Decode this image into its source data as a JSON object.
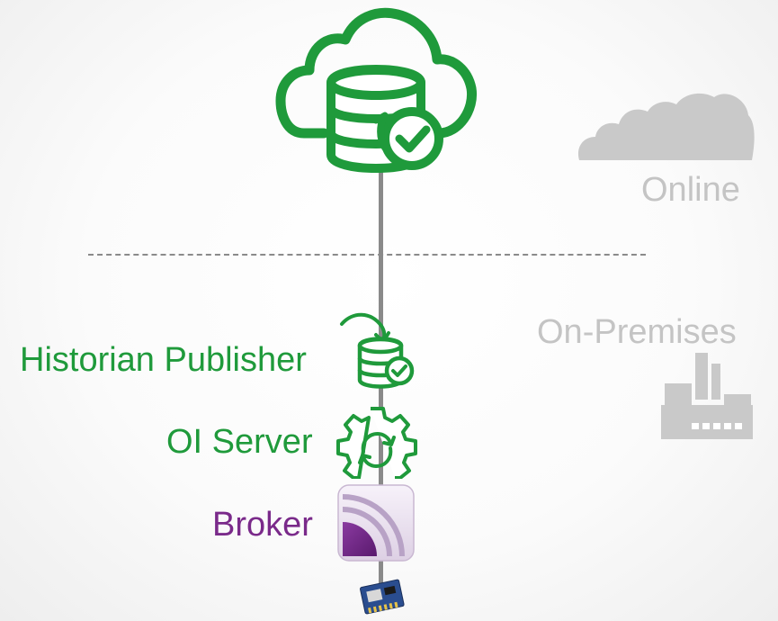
{
  "zones": {
    "online_label": "Online",
    "onprem_label": "On-Premises"
  },
  "stack": {
    "historian_publisher_label": "Historian Publisher",
    "oi_server_label": "OI Server",
    "broker_label": "Broker"
  },
  "icons": {
    "cloud_database": "cloud-database-sync-icon",
    "online_cloud": "cloud-icon",
    "factory": "factory-icon",
    "historian_publisher": "database-sync-icon",
    "oi_server": "gear-sync-icon",
    "broker": "broker-app-icon",
    "device": "circuit-board-icon"
  },
  "colors": {
    "green": "#1f9a3b",
    "grey": "#c4c4c4",
    "purple": "#7a2a8a",
    "line": "#8a8a8a"
  }
}
